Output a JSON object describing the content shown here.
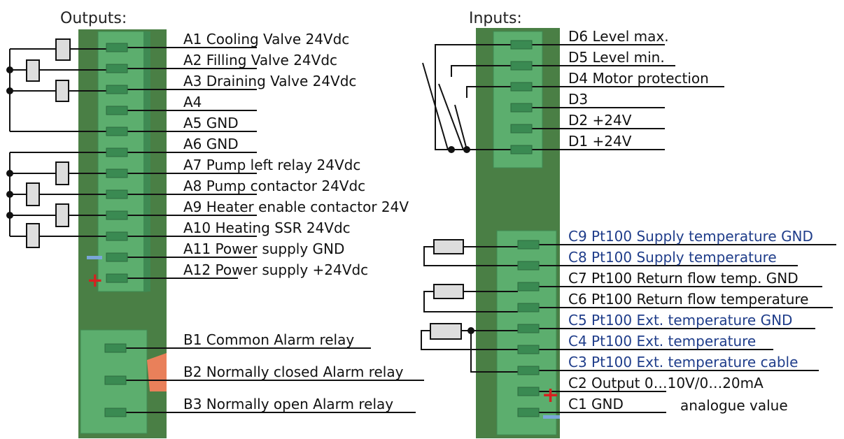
{
  "titles": {
    "outputs": "Outputs:",
    "inputs": "Inputs:"
  },
  "outputs_a": [
    "A1 Cooling Valve 24Vdc",
    "A2 Filling Valve 24Vdc",
    "A3 Draining Valve 24Vdc",
    "A4",
    "A5 GND",
    "A6 GND",
    "A7 Pump left relay 24Vdc",
    "A8 Pump contactor 24Vdc",
    "A9 Heater enable contactor 24V",
    "A10 Heating SSR 24Vdc",
    "A11 Power supply GND",
    "A12 Power supply +24Vdc"
  ],
  "outputs_b": [
    "B1 Common Alarm relay",
    "B2 Normally closed Alarm relay",
    "B3 Normally open Alarm relay"
  ],
  "inputs_d": [
    "D6 Level max.",
    "D5 Level min.",
    "D4 Motor protection",
    "D3",
    "D2 +24V",
    "D1 +24V"
  ],
  "inputs_c": [
    "C9 Pt100 Supply temperature GND",
    "C8 Pt100 Supply temperature",
    "C7 Pt100 Return flow temp. GND",
    "C6 Pt100 Return flow temperature",
    "C5 Pt100 Ext. temperature GND",
    "C4 Pt100 Ext. temperature",
    "C3 Pt100 Ext. temperature cable",
    "C2 Output 0…10V/0…20mA",
    "C1 GND"
  ],
  "inputs_c_note": "analogue value",
  "colors": {
    "board": "#4a7f45",
    "connector": "#5cae6e",
    "connector_dark": "#3f8a53",
    "wire": "#111111",
    "label_blue": "#1f3d8a",
    "plus_marker": "#d62020",
    "minus_marker": "#7aa6d8"
  }
}
